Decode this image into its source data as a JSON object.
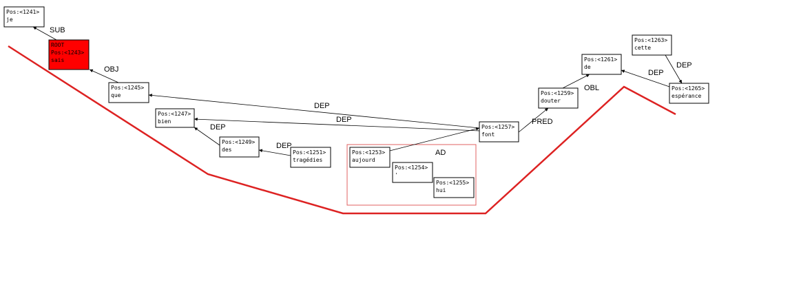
{
  "nodes": [
    {
      "id": "n1241",
      "lines": [
        "Pos:<1241>",
        "je"
      ]
    },
    {
      "id": "n1243",
      "lines": [
        "ROOT",
        "Pos:<1243>",
        "sais"
      ],
      "root": true
    },
    {
      "id": "n1245",
      "lines": [
        "Pos:<1245>",
        "que"
      ]
    },
    {
      "id": "n1247",
      "lines": [
        "Pos:<1247>",
        "bien"
      ]
    },
    {
      "id": "n1249",
      "lines": [
        "Pos:<1249>",
        "des"
      ]
    },
    {
      "id": "n1251",
      "lines": [
        "Pos:<1251>",
        "tragédies"
      ]
    },
    {
      "id": "n1253",
      "lines": [
        "Pos:<1253>",
        "aujourd"
      ]
    },
    {
      "id": "n1254",
      "lines": [
        "Pos:<1254>",
        "'"
      ]
    },
    {
      "id": "n1255",
      "lines": [
        "Pos:<1255>",
        "hui"
      ]
    },
    {
      "id": "n1257",
      "lines": [
        "Pos:<1257>",
        "font"
      ]
    },
    {
      "id": "n1259",
      "lines": [
        "Pos:<1259>",
        "douter"
      ]
    },
    {
      "id": "n1261",
      "lines": [
        "Pos:<1261>",
        "de"
      ]
    },
    {
      "id": "n1263",
      "lines": [
        "Pos:<1263>",
        "cette"
      ]
    },
    {
      "id": "n1265",
      "lines": [
        "Pos:<1265>",
        "espérance"
      ]
    }
  ],
  "edges": [
    {
      "from": "n1243",
      "to": "n1241",
      "label": "SUB"
    },
    {
      "from": "n1245",
      "to": "n1243",
      "label": "OBJ"
    },
    {
      "from": "n1257",
      "to": "n1245",
      "label": "DEP"
    },
    {
      "from": "n1257",
      "to": "n1247",
      "label": "DEP"
    },
    {
      "from": "n1247",
      "to": "n1249",
      "label": "DEP"
    },
    {
      "from": "n1249",
      "to": "n1251",
      "label": "DEP"
    },
    {
      "from": "n1257",
      "to": "n1253",
      "label": "AD"
    },
    {
      "from": "n1257",
      "to": "n1259",
      "label": "PRED"
    },
    {
      "from": "n1259",
      "to": "n1261",
      "label": "OBL"
    },
    {
      "from": "n1261",
      "to": "n1265",
      "label": "DEP"
    },
    {
      "from": "n1265",
      "to": "n1263",
      "label": "DEP"
    }
  ],
  "colors": {
    "root_fill": "#ff0000",
    "highlight": "#dd0000",
    "edge": "#000000"
  }
}
